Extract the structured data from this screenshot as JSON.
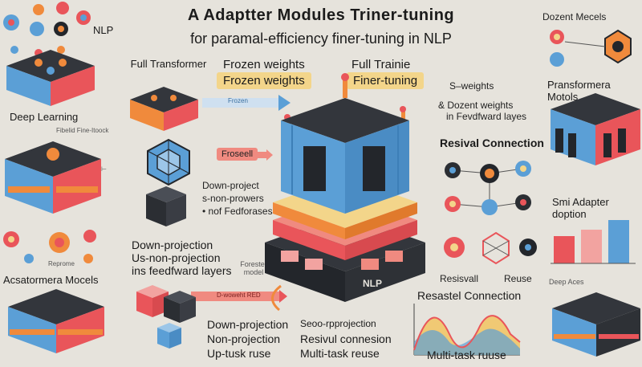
{
  "title": {
    "line1": "A Adaptter Modules Triner-tuning",
    "line2": "for paramal-efficiency finer-tuning in NLP"
  },
  "left": {
    "nlp_label": "NLP",
    "deep_learning": "Deep Learning",
    "fine_block": "Fibelid Fine-Itoock",
    "transformers_models": "Acsatormera Mocels",
    "reprome": "Reprome"
  },
  "center": {
    "full_transformer": "Full Transformer",
    "frozen_weights_1": "Frozen weights",
    "frozen_weights_2": "Frozen weights",
    "full_trainie": "Full Trainie",
    "finer_tuning": "Finer-tuning",
    "frozen_arrow": "Frozen",
    "frosell": "Froseell",
    "down_project": "Down-project",
    "non_prowers": "s-non-prowers",
    "feedforases": "• nof Fedforases",
    "down_projection": "Down-projection",
    "us_non_projection": "Us-non-projection",
    "ins_feedfward": "ins feedfward layers",
    "forester_model": "Forester model",
    "frozen_bar": "D-woweht RED",
    "bottom_col1": [
      "Down-projection",
      "Non-projection",
      "Up-tusk ruse"
    ],
    "bottom_col2": [
      "Seoo-rpprojection",
      "Resivul connesion",
      "Multi-task reuse"
    ],
    "cube_nlp": "NLP"
  },
  "right": {
    "weights": "S–weights",
    "dozent": "& Dozent weights",
    "feedforward": "in Fevdfward layes",
    "residual": "Resival Connection",
    "resisvall": "Resisvall",
    "reuse": "Reuse",
    "resastel": "Resastel Connection",
    "multi_task": "Multi-task ruuse",
    "dozen_models": "Dozent Mecels",
    "transformers_models": "Pransformera Motols",
    "smi_adapter": "Smi Adapter doption",
    "deep_acc": "Deep Aces"
  },
  "colors": {
    "blue": "#5b9fd6",
    "dark": "#23262b",
    "red": "#e9555a",
    "orange": "#f08a3c",
    "yellow": "#f3d58a",
    "pink": "#f2a3a0"
  }
}
